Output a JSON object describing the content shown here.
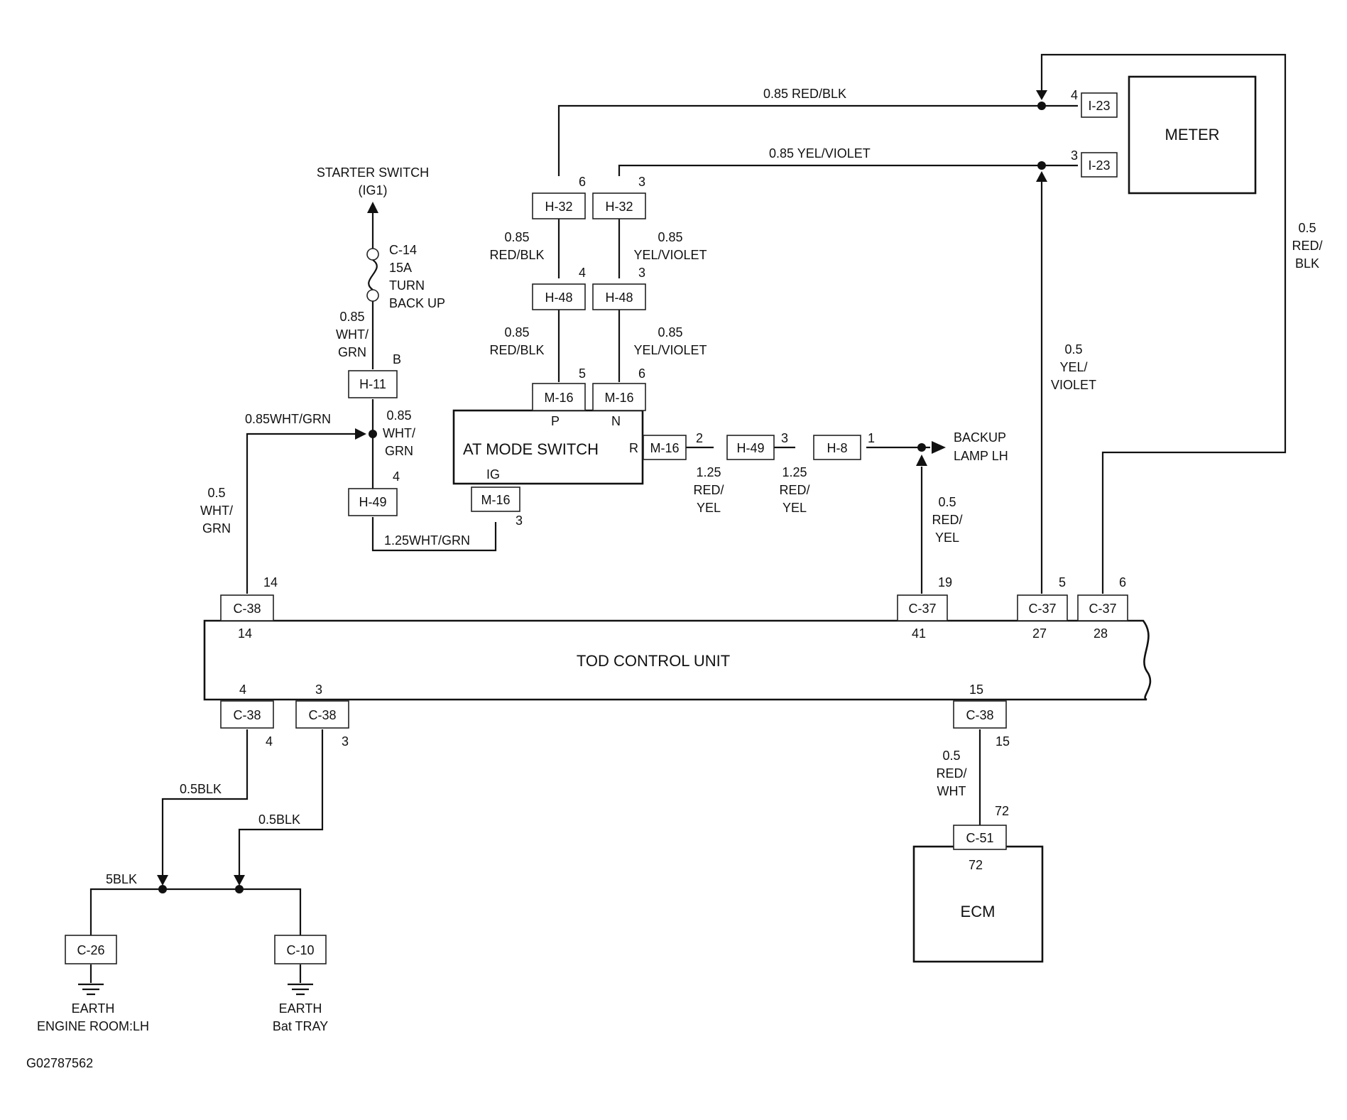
{
  "components": {
    "meter": "METER",
    "tod": "TOD CONTROL UNIT",
    "ecm": "ECM",
    "at_mode_switch": "AT MODE SWITCH",
    "at_pos_p": "P",
    "at_pos_n": "N",
    "at_pos_r": "R",
    "at_pos_ig": "IG"
  },
  "endpoints": {
    "starter_switch": [
      "STARTER SWITCH",
      "(IG1)"
    ],
    "backup_lamp": [
      "BACKUP",
      "LAMP LH"
    ],
    "earth_engine": [
      "EARTH",
      "ENGINE ROOM:LH"
    ],
    "earth_bat": [
      "EARTH",
      "Bat TRAY"
    ]
  },
  "fuse": [
    "C-14",
    "15A",
    "TURN",
    "BACK UP"
  ],
  "connectors": {
    "i23a": "I-23",
    "i23b": "I-23",
    "h32a": "H-32",
    "h32b": "H-32",
    "h48a": "H-48",
    "h48b": "H-48",
    "m16p": "M-16",
    "m16n": "M-16",
    "m16r": "M-16",
    "m16ig": "M-16",
    "h11": "H-11",
    "h49a": "H-49",
    "h49b": "H-49",
    "h8": "H-8",
    "c38_14": "C-38",
    "c38_4": "C-38",
    "c38_3": "C-38",
    "c38_15": "C-38",
    "c37_19": "C-37",
    "c37_5": "C-37",
    "c37_6": "C-37",
    "c51": "C-51",
    "c26": "C-26",
    "c10": "C-10"
  },
  "pins": {
    "i23a": "4",
    "i23b": "3",
    "h32a": "6",
    "h32b": "3",
    "h48a": "4",
    "h48b": "3",
    "m16p": "5",
    "m16n": "6",
    "h11": "B",
    "h49a": "4",
    "m16ig": "3",
    "m16r": "2",
    "h49b": "3",
    "h8": "1",
    "c38_14_top": "14",
    "c38_14_bot": "14",
    "c37_19": "19",
    "c37_19_bot": "41",
    "c37_5": "5",
    "c37_5_bot": "27",
    "c37_6": "6",
    "c37_6_bot": "28",
    "c38_4_top": "4",
    "c38_4_bot": "4",
    "c38_3_top": "3",
    "c38_3_bot": "3",
    "c38_15_top": "15",
    "c38_15_bot": "15",
    "c51_top": "72",
    "ecm": "72"
  },
  "wires": {
    "red_blk_top": "0.85 RED/BLK",
    "yel_violet_top": "0.85 YEL/VIOLET",
    "red_blk_1": [
      "0.85",
      "RED/BLK"
    ],
    "yel_violet_1": [
      "0.85",
      "YEL/VIOLET"
    ],
    "red_blk_2": [
      "0.85",
      "RED/BLK"
    ],
    "yel_violet_2": [
      "0.85",
      "YEL/VIOLET"
    ],
    "wht_grn_fuse": [
      "0.85",
      "WHT/",
      "GRN"
    ],
    "wht_grn_h11": [
      "0.85",
      "WHT/",
      "GRN"
    ],
    "wht_grn_horiz": "0.85WHT/GRN",
    "wht_grn_05": [
      "0.5",
      "WHT/",
      "GRN"
    ],
    "wht_grn_125": "1.25WHT/GRN",
    "red_yel_1": [
      "1.25",
      "RED/",
      "YEL"
    ],
    "red_yel_2": [
      "1.25",
      "RED/",
      "YEL"
    ],
    "red_yel_05": [
      "0.5",
      "RED/",
      "YEL"
    ],
    "yel_violet_05": [
      "0.5",
      "YEL/",
      "VIOLET"
    ],
    "red_blk_05": [
      "0.5",
      "RED/",
      "BLK"
    ],
    "red_wht_05": [
      "0.5",
      "RED/",
      "WHT"
    ],
    "blk_05a": "0.5BLK",
    "blk_05b": "0.5BLK",
    "blk_5": "5BLK"
  },
  "figure_id": "G02787562"
}
